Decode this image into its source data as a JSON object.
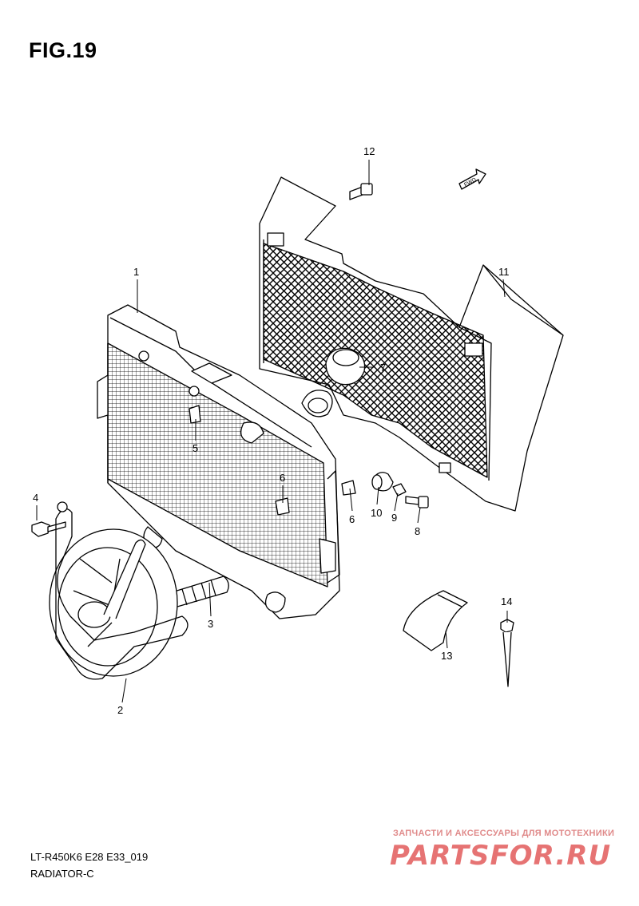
{
  "figure_title": "FIG.19",
  "fwd_label": "FWD",
  "callouts": [
    "1",
    "2",
    "3",
    "4",
    "5",
    "6",
    "6",
    "7",
    "8",
    "9",
    "10",
    "11",
    "12",
    "13",
    "14"
  ],
  "footer": {
    "code": "LT-R450K6 E28 E33_019",
    "caption": "RADIATOR-C"
  },
  "watermark": {
    "tagline": "ЗАПЧАСТИ И АКСЕССУАРЫ ДЛЯ МОТОТЕХНИКИ",
    "logo": "PARTSFOR.RU"
  }
}
